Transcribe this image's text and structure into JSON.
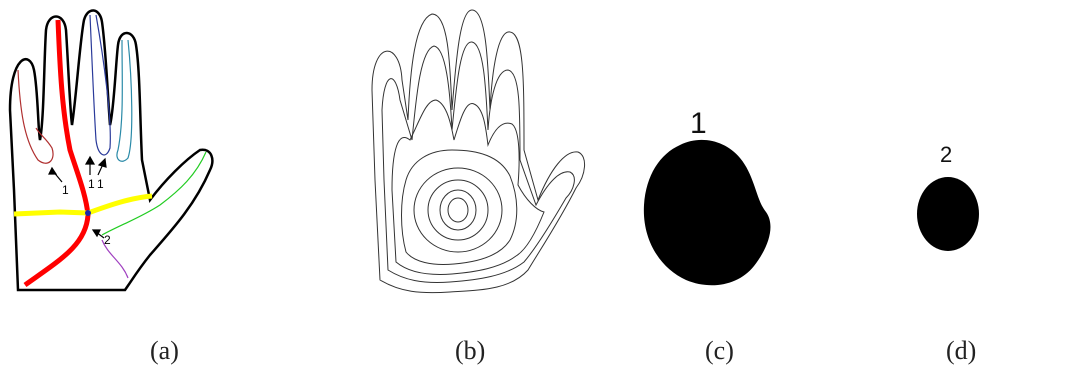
{
  "panel_a": {
    "caption": "(a)",
    "labels": {
      "finger_gap_1": "1",
      "finger_gap_2": "1",
      "finger_gap_3": "1",
      "thumb_gap": "2"
    },
    "colors": {
      "outline": "#000000",
      "main_line": "#ff0000",
      "cross_line": "#ffff00",
      "ring_little": "#b03030",
      "middle": "#2a3a9a",
      "index": "#2a8aa8",
      "green": "#22cc22",
      "purple": "#a040c0",
      "center_dot": "#1a2aaa"
    }
  },
  "panel_b": {
    "caption": "(b)"
  },
  "panel_c": {
    "caption": "(c)",
    "label": "1"
  },
  "panel_d": {
    "caption": "(d)",
    "label": "2"
  }
}
